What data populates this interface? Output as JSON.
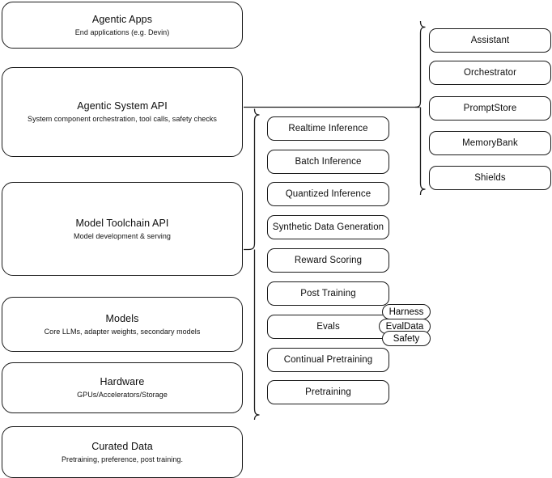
{
  "diagram": {
    "title": "Agentic AI Stack Layers",
    "type": "layered-architecture-diagram",
    "stroke_color": "#1b1b1b",
    "background_color": "#ffffff"
  },
  "left_stack": {
    "name": "stack-layers",
    "items": [
      {
        "title": "Agentic Apps",
        "subtitle": "End applications (e.g. Devin)"
      },
      {
        "title": "Agentic System API",
        "subtitle": "System component orchestration, tool calls, safety checks"
      },
      {
        "title": "Model Toolchain API",
        "subtitle": "Model development & serving"
      },
      {
        "title": "Models",
        "subtitle": "Core LLMs, adapter weights, secondary models"
      },
      {
        "title": "Hardware",
        "subtitle": "GPUs/Accelerators/Storage"
      },
      {
        "title": "Curated Data",
        "subtitle": "Pretraining, preference, post training."
      }
    ]
  },
  "middle_stack": {
    "name": "model-toolchain-capabilities",
    "items": [
      {
        "title": "Realtime Inference"
      },
      {
        "title": "Batch Inference"
      },
      {
        "title": "Quantized Inference"
      },
      {
        "title": "Synthetic Data Generation"
      },
      {
        "title": "Reward Scoring"
      },
      {
        "title": "Post Training"
      },
      {
        "title": "Evals"
      },
      {
        "title": "Continual Pretraining"
      },
      {
        "title": "Pretraining"
      }
    ]
  },
  "right_stack": {
    "name": "agentic-system-components",
    "items": [
      {
        "title": "Assistant"
      },
      {
        "title": "Orchestrator"
      },
      {
        "title": "PromptStore"
      },
      {
        "title": "MemoryBank"
      },
      {
        "title": "Shields"
      }
    ]
  },
  "evals_pills": {
    "name": "evals-subcomponents",
    "items": [
      {
        "title": "Harness"
      },
      {
        "title": "EvalData"
      },
      {
        "title": "Safety"
      }
    ]
  }
}
